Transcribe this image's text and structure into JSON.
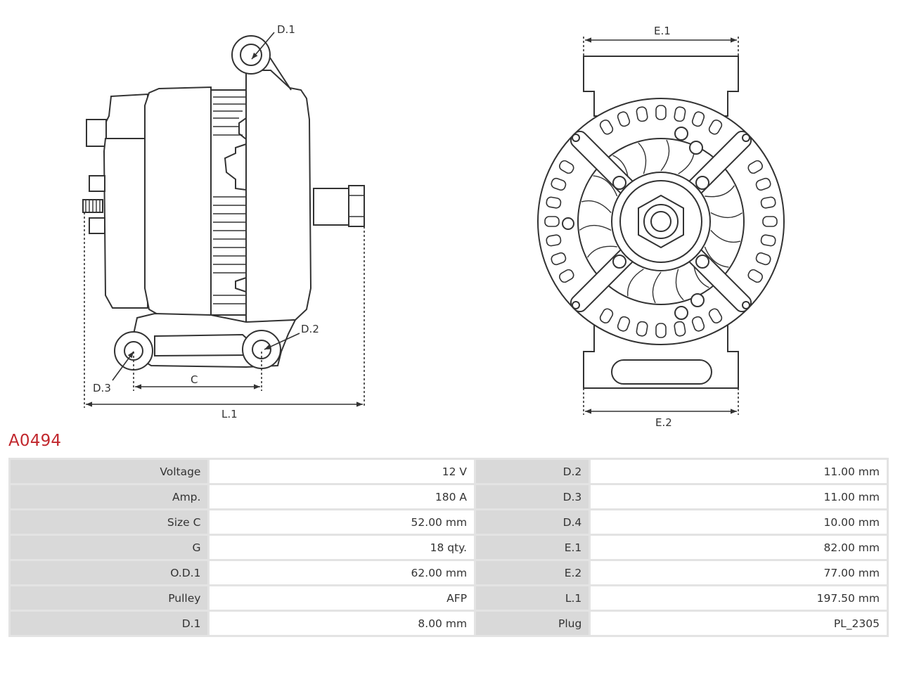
{
  "drawing": {
    "labels": {
      "d1": "D.1",
      "d2": "D.2",
      "d3": "D.3",
      "c": "C",
      "l1": "L.1",
      "e1": "E.1",
      "e2": "E.2"
    }
  },
  "part_code": "A0494",
  "specs": [
    {
      "k1": "Voltage",
      "v1": "12 V",
      "k2": "D.2",
      "v2": "11.00 mm"
    },
    {
      "k1": "Amp.",
      "v1": "180 A",
      "k2": "D.3",
      "v2": "11.00 mm"
    },
    {
      "k1": "Size C",
      "v1": "52.00 mm",
      "k2": "D.4",
      "v2": "10.00 mm"
    },
    {
      "k1": "G",
      "v1": "18 qty.",
      "k2": "E.1",
      "v2": "82.00 mm"
    },
    {
      "k1": "O.D.1",
      "v1": "62.00 mm",
      "k2": "E.2",
      "v2": "77.00 mm"
    },
    {
      "k1": "Pulley",
      "v1": "AFP",
      "k2": "L.1",
      "v2": "197.50 mm"
    },
    {
      "k1": "D.1",
      "v1": "8.00 mm",
      "k2": "Plug",
      "v2": "PL_2305"
    }
  ]
}
